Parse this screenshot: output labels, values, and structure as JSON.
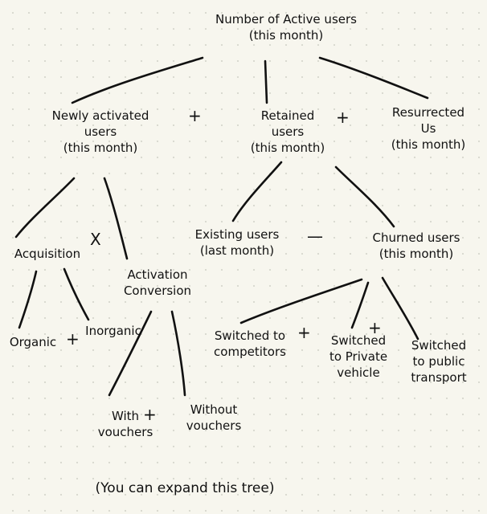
{
  "nodes": {
    "root": "Number of Active users\n(this month)",
    "newly": "Newly activated\nusers\n(this month)",
    "retained": "Retained\nusers\n(this month)",
    "resurrected": "Resurrected\nUs\n(this month)",
    "acquisition": "Acquisition",
    "activation": "Activation\nConversion",
    "existing": "Existing users\n(last month)",
    "churned": "Churned users\n(this month)",
    "organic": "Organic",
    "inorganic": "Inorganic",
    "with_vouchers": "With\nvouchers",
    "without_vouchers": "Without\nvouchers",
    "competitors": "Switched to\ncompetitors",
    "private": "Switched\nto Private\nvehicle",
    "public": "Switched\nto public\ntransport",
    "footnote": "(You can expand this tree)"
  },
  "operators": {
    "plus": "+",
    "minus": "—",
    "times": "X"
  }
}
